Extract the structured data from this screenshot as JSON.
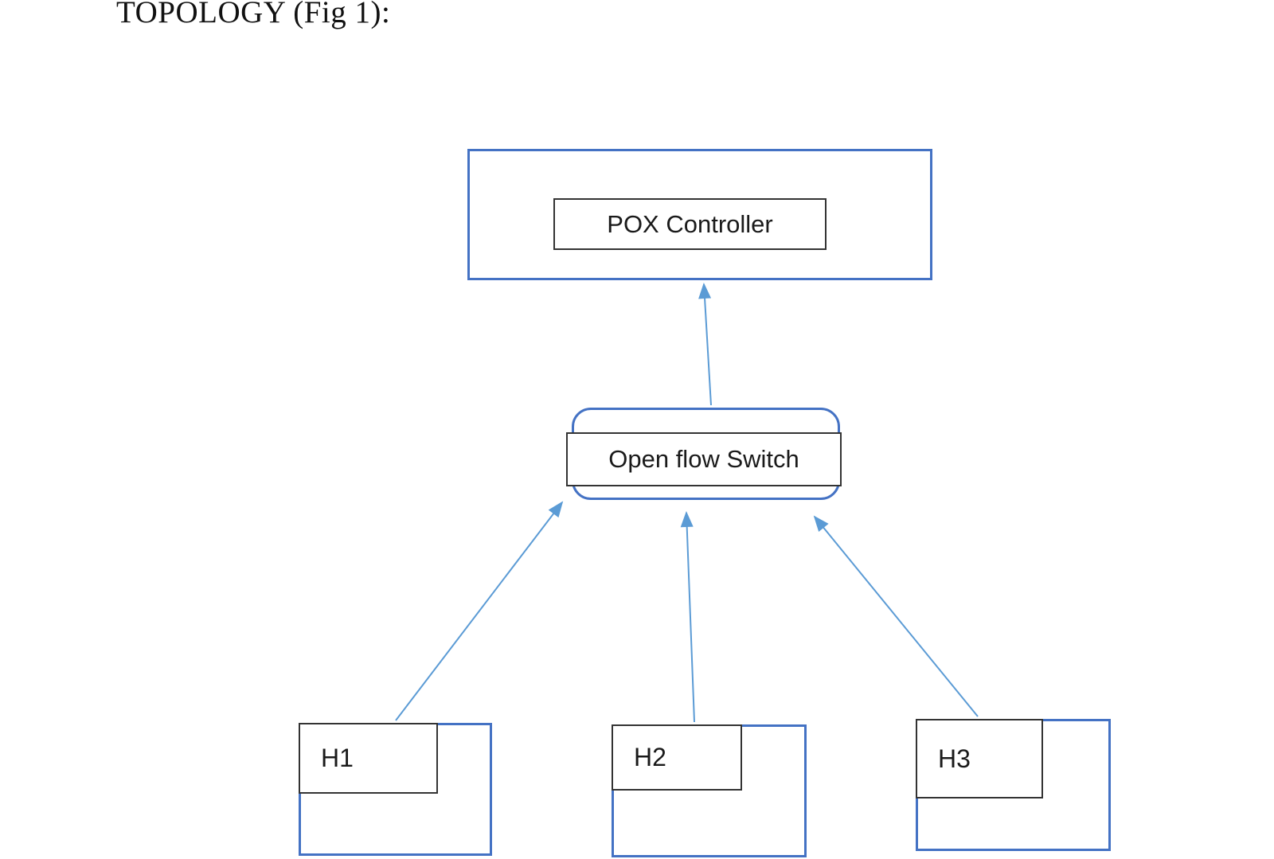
{
  "title": "TOPOLOGY (Fig 1):",
  "diagram": {
    "controller": {
      "label": "POX Controller"
    },
    "switch": {
      "label": "Open flow Switch"
    },
    "hosts": [
      {
        "label": "H1"
      },
      {
        "label": "H2"
      },
      {
        "label": "H3"
      }
    ],
    "connections": [
      {
        "from": "Open flow Switch",
        "to": "POX Controller"
      },
      {
        "from": "H1",
        "to": "Open flow Switch"
      },
      {
        "from": "H2",
        "to": "Open flow Switch"
      },
      {
        "from": "H3",
        "to": "Open flow Switch"
      }
    ]
  },
  "colors": {
    "box_border_blue": "#4472C4",
    "arrow_blue": "#5B9BD5",
    "label_border": "#333333",
    "text": "#1a1a1a",
    "background": "#ffffff"
  }
}
